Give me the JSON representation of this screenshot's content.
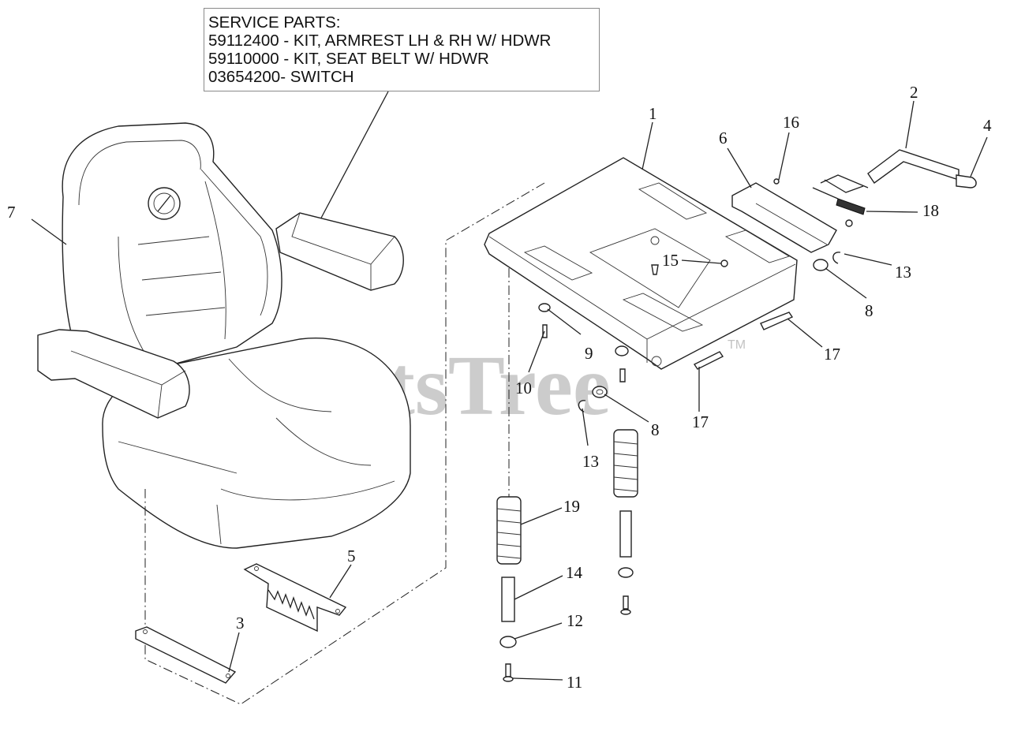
{
  "service_parts": {
    "heading": "SERVICE PARTS:",
    "lines": [
      "59112400 - KIT, ARMREST LH & RH W/ HDWR",
      "59110000 - KIT, SEAT BELT W/ HDWR",
      "03654200- SWITCH"
    ]
  },
  "watermark": {
    "text": "PartsTree",
    "tm": "TM"
  },
  "callouts": {
    "c1": "1",
    "c2": "2",
    "c3": "3",
    "c4": "4",
    "c5": "5",
    "c6": "6",
    "c7": "7",
    "c8a": "8",
    "c8b": "8",
    "c9": "9",
    "c10": "10",
    "c11": "11",
    "c12": "12",
    "c13a": "13",
    "c13b": "13",
    "c14": "14",
    "c15": "15",
    "c16": "16",
    "c17a": "17",
    "c17b": "17",
    "c18": "18",
    "c19": "19"
  }
}
